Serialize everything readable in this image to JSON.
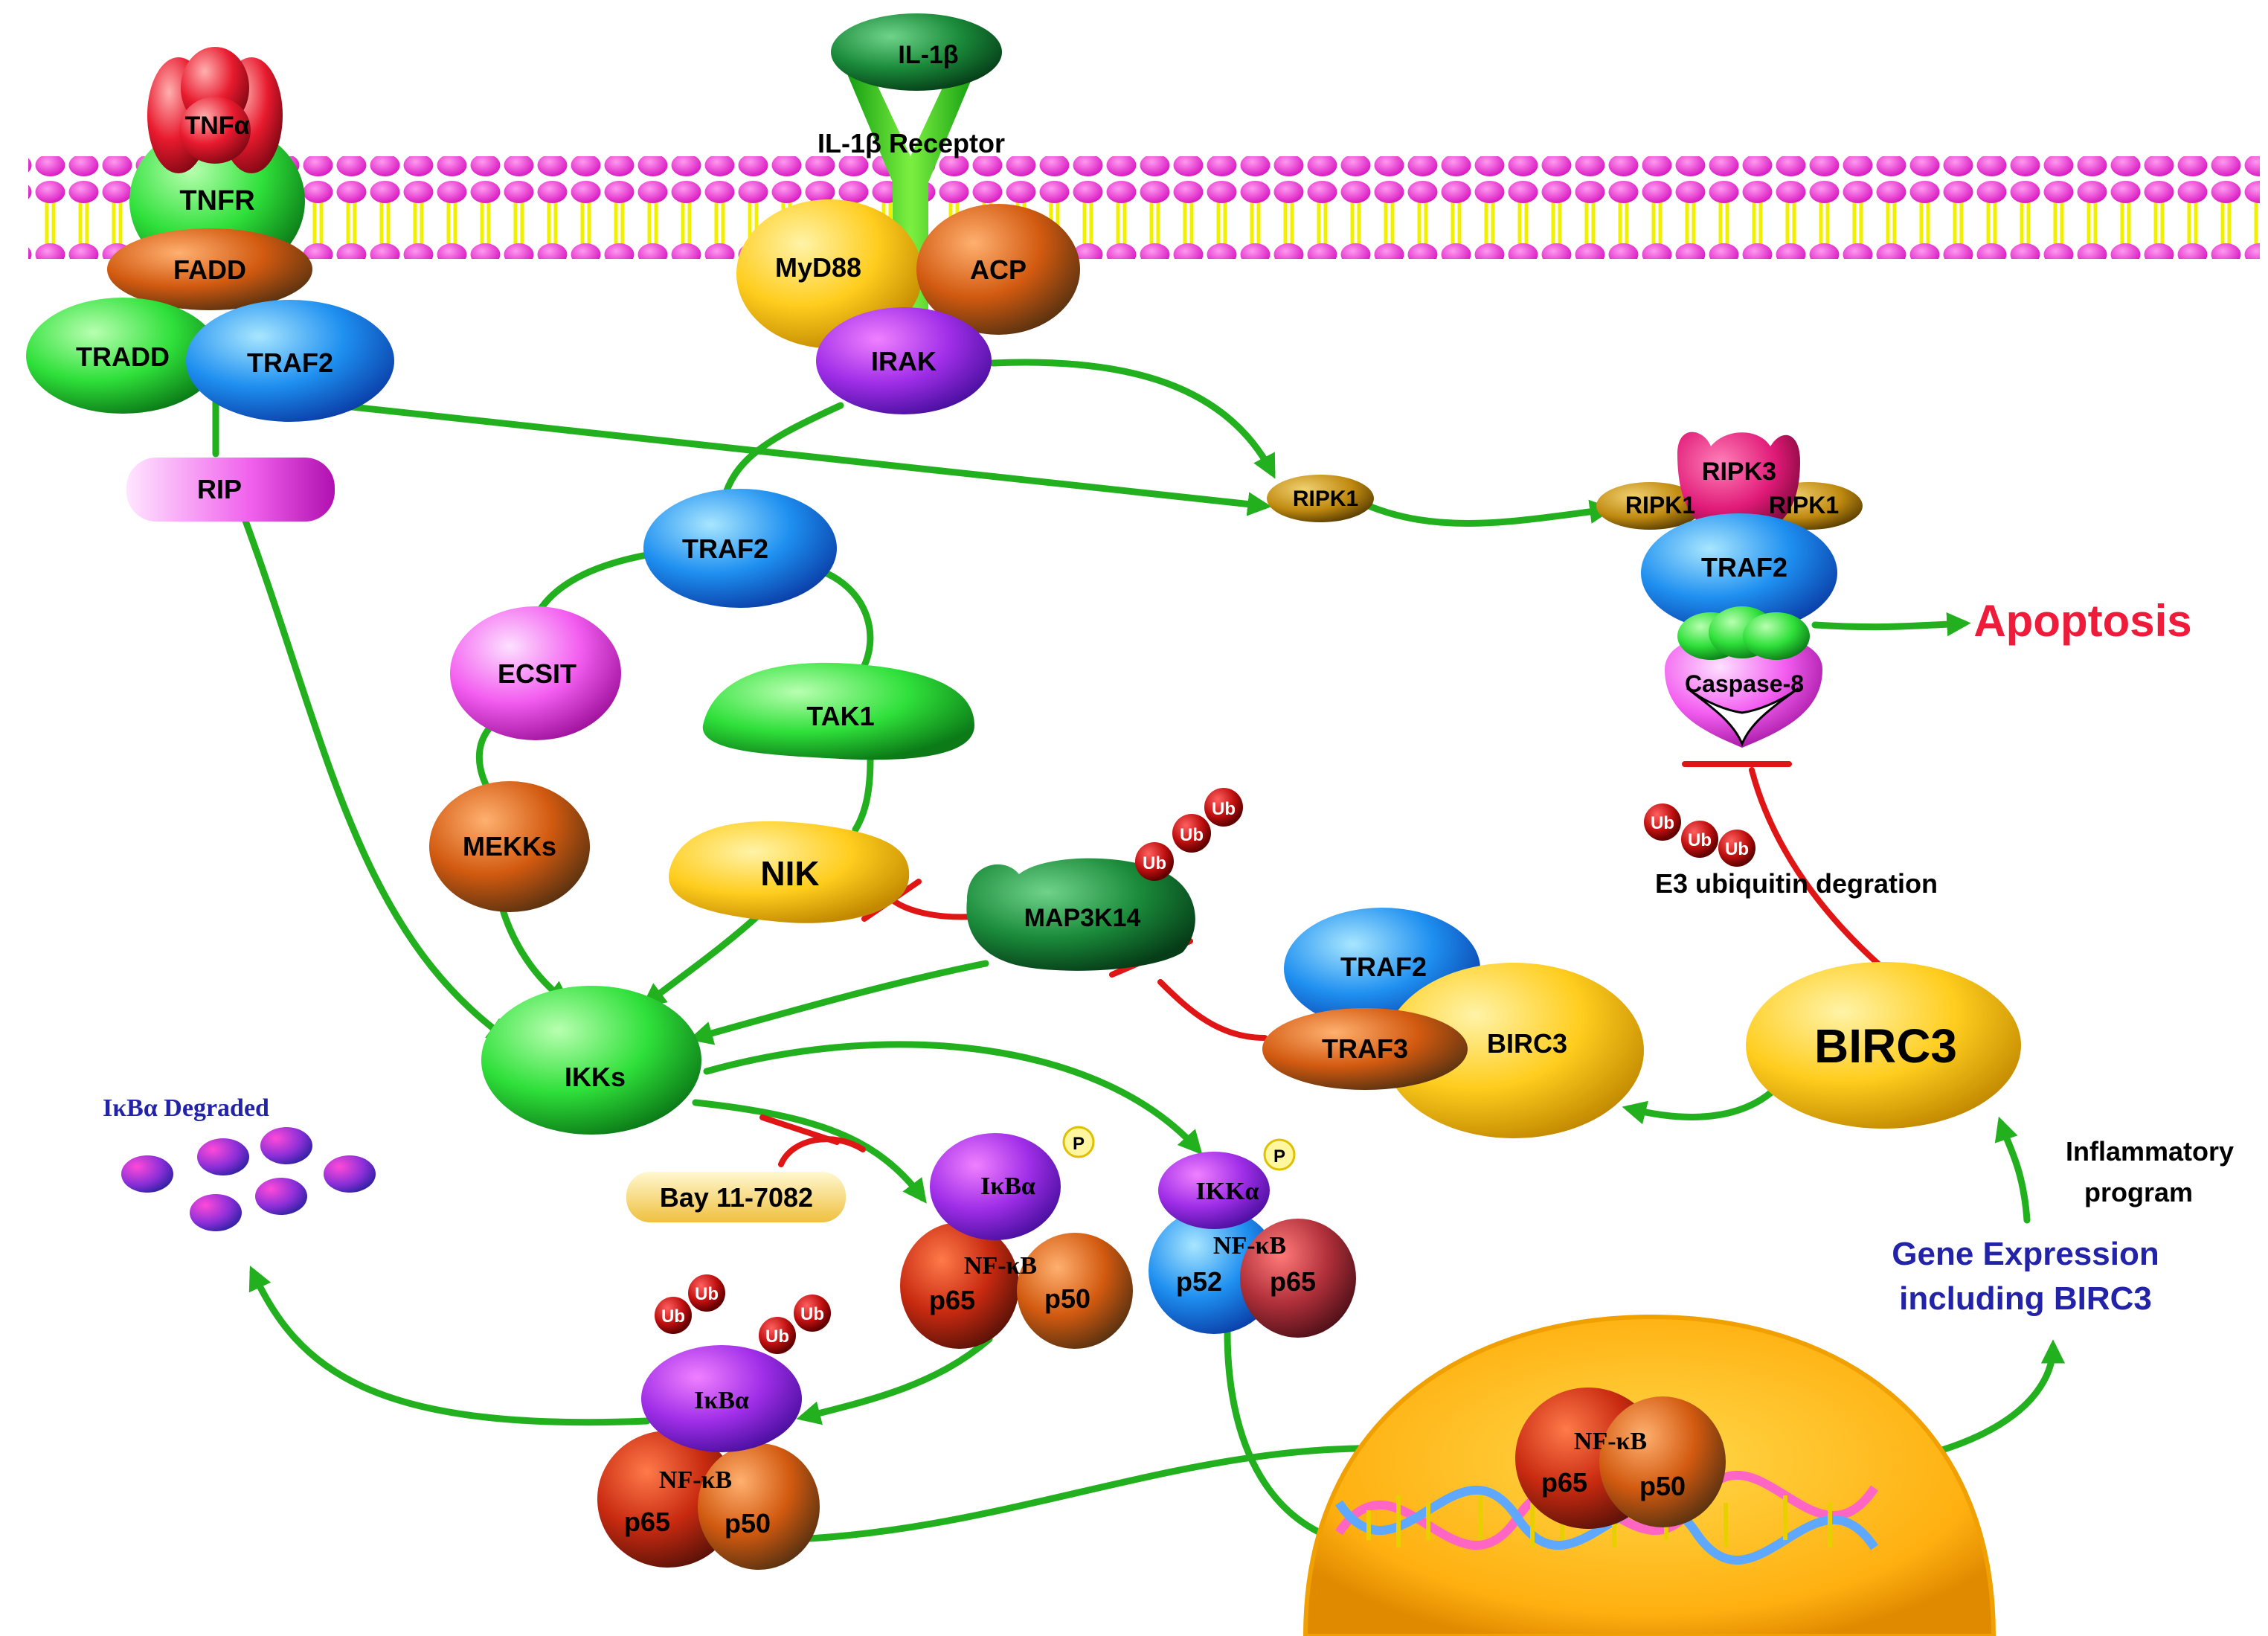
{
  "membrane": {
    "receptor_il1b_label": "IL-1β Receptor"
  },
  "ligands": {
    "tnfa": "TNFα",
    "il1b": "IL-1β"
  },
  "tnf_complex": {
    "tnfr": "TNFR",
    "fadd": "FADD",
    "tradd": "TRADD",
    "traf2": "TRAF2",
    "rip": "RIP"
  },
  "il1_complex": {
    "myd88": "MyD88",
    "acp": "ACP",
    "irak": "IRAK"
  },
  "cytoplasm": {
    "traf2": "TRAF2",
    "ecsit": "ECSIT",
    "tak1": "TAK1",
    "mekks": "MEKKs",
    "nik": "NIK",
    "map3k14": "MAP3K14",
    "ikks": "IKKs",
    "bay": "Bay 11-7082",
    "ripk1": "RIPK1"
  },
  "necrosome": {
    "ripk3": "RIPK3",
    "ripk1_left": "RIPK1",
    "ripk1_right": "RIPK1",
    "traf2": "TRAF2",
    "caspase8": "Caspase-8",
    "apoptosis": "Apoptosis"
  },
  "ubiquitin": {
    "ub": "Ub",
    "e3_label": "E3 ubiquitin degration"
  },
  "birc3_complex": {
    "traf2": "TRAF2",
    "traf3": "TRAF3",
    "birc3": "BIRC3"
  },
  "birc3_main": "BIRC3",
  "ikba_degraded": "IκBα Degraded",
  "complexes": {
    "ikba": "IκBα",
    "nfkb": "NF-κB",
    "p65": "p65",
    "p50": "p50",
    "p52": "p52",
    "ikka": "IKKα",
    "phospho": "P"
  },
  "nucleus": {
    "nfkb": "NF-κB",
    "p65": "p65",
    "p50": "p50"
  },
  "labels": {
    "inflammatory_1": "Inflammatory",
    "inflammatory_2": "program",
    "gene_expr_1": "Gene Expression",
    "gene_expr_2": "including BIRC3"
  },
  "colors": {
    "arrow": "#22b01e",
    "inhibit": "#e01515",
    "membrane_head": "#ee22cc",
    "membrane_tail": "#f4f400",
    "apoptosis": "#ee1c3a",
    "gene_expr": "#2323a8"
  }
}
